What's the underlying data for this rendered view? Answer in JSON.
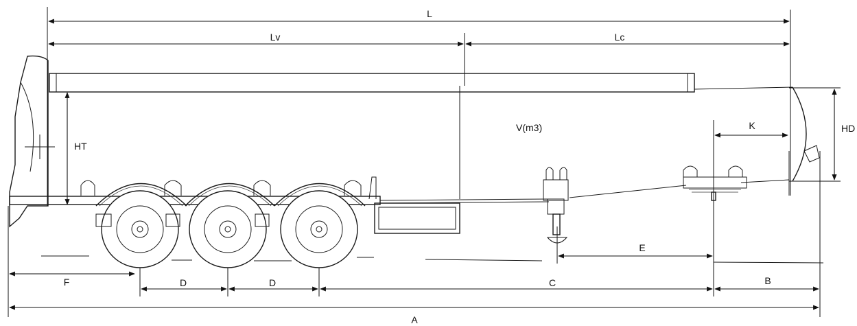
{
  "diagram": {
    "labels": {
      "L": "L",
      "Lv": "Lv",
      "Lc": "Lc",
      "HT": "HT",
      "V": "V(m3)",
      "K": "K",
      "HD": "HD",
      "E": "E",
      "F": "F",
      "D1": "D",
      "D2": "D",
      "C": "C",
      "B": "B",
      "A": "A"
    },
    "colors": {
      "ink": "#111111",
      "background": "#ffffff"
    }
  }
}
